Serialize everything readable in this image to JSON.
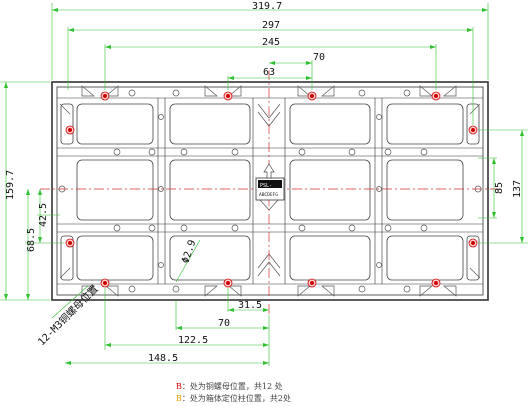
{
  "colors": {
    "dimension_line": "#2fc02f",
    "part_outline": "#333333",
    "center_line": "#d03030",
    "nut_marker": "#e00000",
    "pin_marker": "#e6a000"
  },
  "dimensions": {
    "overall_width": "319.7",
    "width_297": "297",
    "width_245": "245",
    "width_70_top": "70",
    "width_63": "63",
    "overall_height": "159.7",
    "height_68_5": "68.5",
    "height_42_5": "42.5",
    "height_85": "85",
    "height_137": "137",
    "dim_31_5": "31.5",
    "dim_70_bottom": "70",
    "dim_122_5": "122.5",
    "dim_148_5": "148.5",
    "hole_diameter": "Φ2.9"
  },
  "labels": {
    "nut_callout": "12-M3铜螺母位置",
    "center_tag_1": "PSL-",
    "center_tag_2": "ABCDEFG"
  },
  "legend": {
    "nut_marker": "B",
    "nut_text": "：处为铜螺母位置，共12 处",
    "pin_marker": "B",
    "pin_text": "：处为箱体定位柱位置，共2处"
  }
}
